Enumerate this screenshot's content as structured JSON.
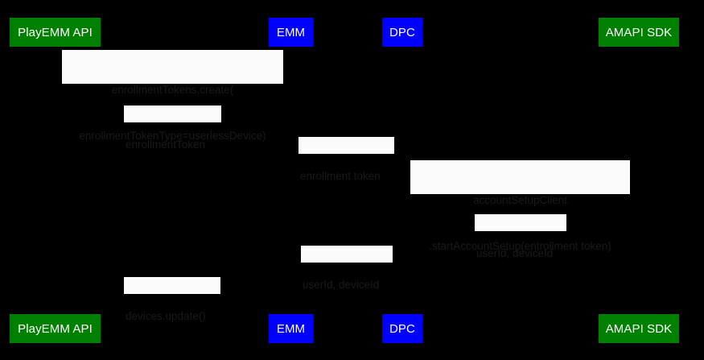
{
  "diagram": {
    "type": "sequence-diagram",
    "background_color": "#000000",
    "label_background_color": "#fbfbfb",
    "label_text_color": "#1a1a1a",
    "participant_colors": {
      "green": "#008000",
      "blue": "#0000ff",
      "text": "#ffffff"
    }
  },
  "participants": [
    {
      "id": "playemm-api",
      "label": "PlayEMM API",
      "color": "green"
    },
    {
      "id": "emm",
      "label": "EMM",
      "color": "blue"
    },
    {
      "id": "dpc",
      "label": "DPC",
      "color": "blue"
    },
    {
      "id": "amapi-sdk",
      "label": "AMAPI SDK",
      "color": "green"
    }
  ],
  "messages": [
    {
      "id": "enrollment-tokens-create",
      "line1": "enrollmentTokens.create(",
      "line2": "enrollmentTokenType=userlessDevice)",
      "from": "emm",
      "to": "playemm-api"
    },
    {
      "id": "enrollment-token-return",
      "line1": "enrollmentToken",
      "line2": "",
      "from": "playemm-api",
      "to": "emm"
    },
    {
      "id": "enrollment-token-to-dpc",
      "line1": "enrollment token",
      "line2": "",
      "from": "emm",
      "to": "dpc"
    },
    {
      "id": "start-account-setup",
      "line1": "accountSetupClient",
      "line2": ".startAccountSetup(entrollment token)",
      "from": "dpc",
      "to": "amapi-sdk"
    },
    {
      "id": "userid-deviceid-to-dpc",
      "line1": "userId, deviceId",
      "line2": "",
      "from": "amapi-sdk",
      "to": "dpc"
    },
    {
      "id": "userid-deviceid-to-emm",
      "line1": "userId, deviceId",
      "line2": "",
      "from": "dpc",
      "to": "emm"
    },
    {
      "id": "devices-update",
      "line1": "devices.update()",
      "line2": "",
      "from": "emm",
      "to": "playemm-api"
    }
  ]
}
